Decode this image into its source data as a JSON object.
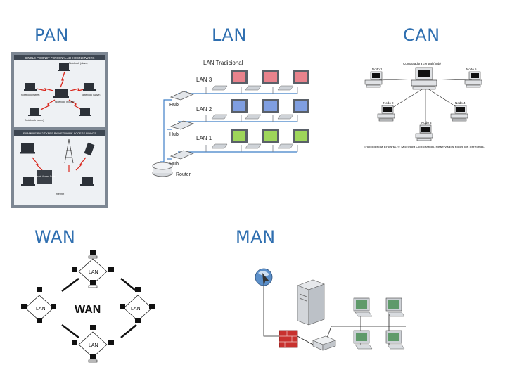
{
  "headings": {
    "pan": "PAN",
    "lan": "LAN",
    "can": "CAN",
    "wan": "WAN",
    "man": "MAN"
  },
  "pan": {
    "top_title": "SINGLE PICONET PERSONAL AD-HOC NETWORK",
    "notebook_slave_1": "Notebook (slave)",
    "notebook_slave_2": "Notebook (slave)",
    "notebook_slave_3": "Notebook (slave)",
    "notebook_slave_4": "Notebook (slave)",
    "notebook_router": "Notebook (Router)",
    "bottom_title": "EXAMPLE BY 2 TYPES BY NETWORK ACCESS POINTS",
    "access_point": "Network Access Point",
    "internet": "Internet"
  },
  "lan": {
    "title": "LAN Tradicional",
    "lan3": "LAN 3",
    "lan2": "LAN 2",
    "lan1": "LAN 1",
    "hub": "Hub",
    "router": "Router",
    "colors": {
      "lan3": "#e8828c",
      "lan2": "#7f9ee0",
      "lan1": "#9ed65a"
    }
  },
  "can": {
    "central": "Computadora central",
    "central_suffix": "(hub)",
    "nodo1": "Nodo 1",
    "nodo2": "Nodo 2",
    "nodo3": "Nodo 3",
    "nodo4": "Nodo 4",
    "nodo5": "Nodo 5",
    "caption": "Enciclopedia Encarta. © Microsoft Corporation. Reservados todos los derechos."
  },
  "wan": {
    "center": "WAN",
    "lan_top": "LAN",
    "lan_left": "LAN",
    "lan_right": "LAN",
    "lan_bottom": "LAN"
  }
}
